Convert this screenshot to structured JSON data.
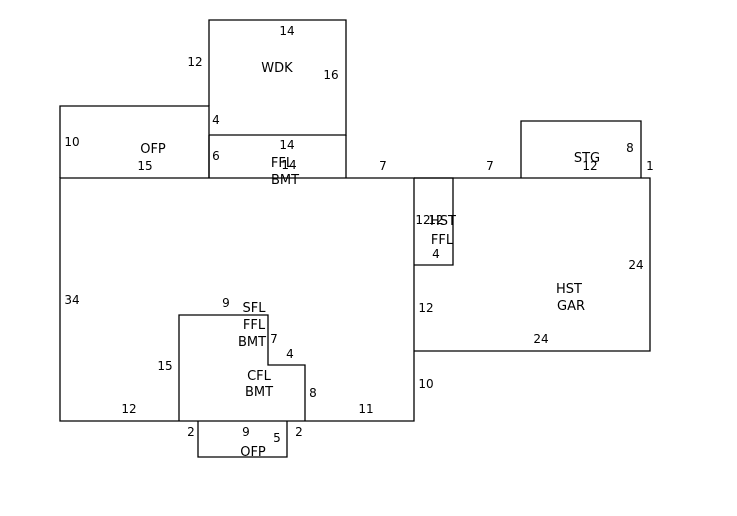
{
  "colors": {
    "line": "#000000",
    "background": "#ffffff"
  },
  "areas": {
    "wdk": "WDK",
    "ofp_top": "OFP",
    "ffl_bmt_top_1": "FFL",
    "ffl_bmt_top_2": "BMT",
    "hst_ffl_1": "HST",
    "hst_ffl_2": "FFL",
    "stg": "STG",
    "hst_gar_1": "HST",
    "hst_gar_2": "GAR",
    "sfl": "SFL",
    "ffl_bmt_mid_1": "FFL",
    "ffl_bmt_mid_2": "BMT",
    "cfl_bmt_1": "CFL",
    "cfl_bmt_2": "BMT",
    "ofp_bottom": "OFP"
  },
  "dimensions": {
    "wdk_top": "14",
    "wdk_left": "12",
    "wdk_right": "16",
    "wdk_step": "4",
    "ffl_top": "14",
    "ffl_left": "6",
    "ffl_bottom": "14",
    "ofp_left": "10",
    "ofp_width": "15",
    "top_span_1": "7",
    "top_span_2": "7",
    "hst_ffl_left": "12",
    "hst_ffl_width": "12",
    "hst_ffl_bottom": "4",
    "stg_right": "8",
    "stg_width": "12",
    "gar_step": "1",
    "gar_right": "24",
    "gar_bottom": "24",
    "main_left": "34",
    "main_right_upper": "12",
    "main_right_lower": "10",
    "sfl_top": "9",
    "sfl_inner": "7",
    "sfl_step": "4",
    "sfl_left": "15",
    "cfl_right": "8",
    "bottom_left": "12",
    "bottom_right": "11",
    "ofp_b_left": "2",
    "ofp_b_width": "9",
    "ofp_b_right": "2",
    "ofp_b_depth": "5"
  }
}
